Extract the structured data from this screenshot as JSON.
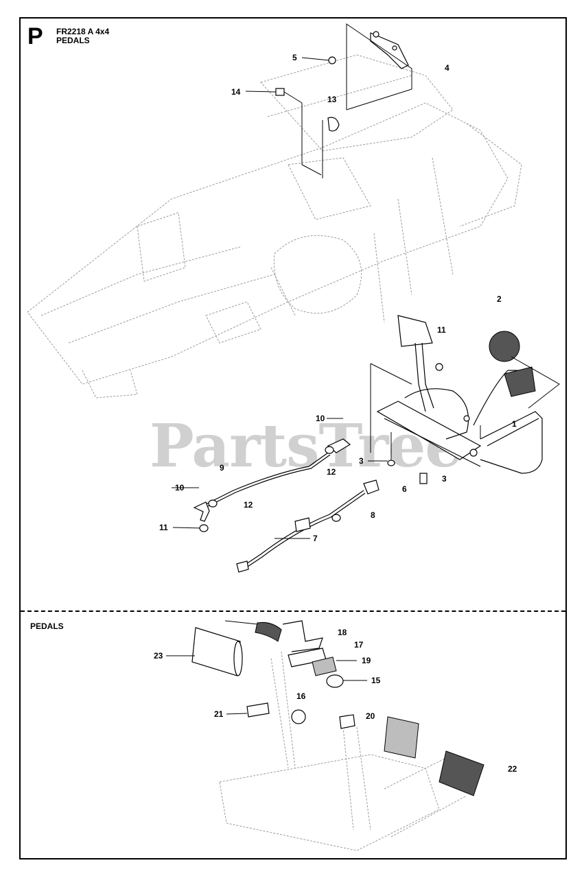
{
  "header": {
    "section_letter": "P",
    "model_code": "FR2218 A 4x4",
    "title": "PEDALS"
  },
  "watermark": "PartsTree",
  "lower_section": {
    "title": "PEDALS"
  },
  "callouts_upper": [
    "5",
    "4",
    "14",
    "13",
    "2",
    "11",
    "1",
    "10",
    "3",
    "9",
    "12",
    "10",
    "12",
    "6",
    "3",
    "8",
    "11",
    "7"
  ],
  "callouts_lower": [
    "18",
    "17",
    "23",
    "19",
    "15",
    "16",
    "21",
    "20",
    "22"
  ],
  "colors": {
    "line": "#000000",
    "ghost": "#9a9a9a",
    "watermark": "#d0d0d0"
  }
}
